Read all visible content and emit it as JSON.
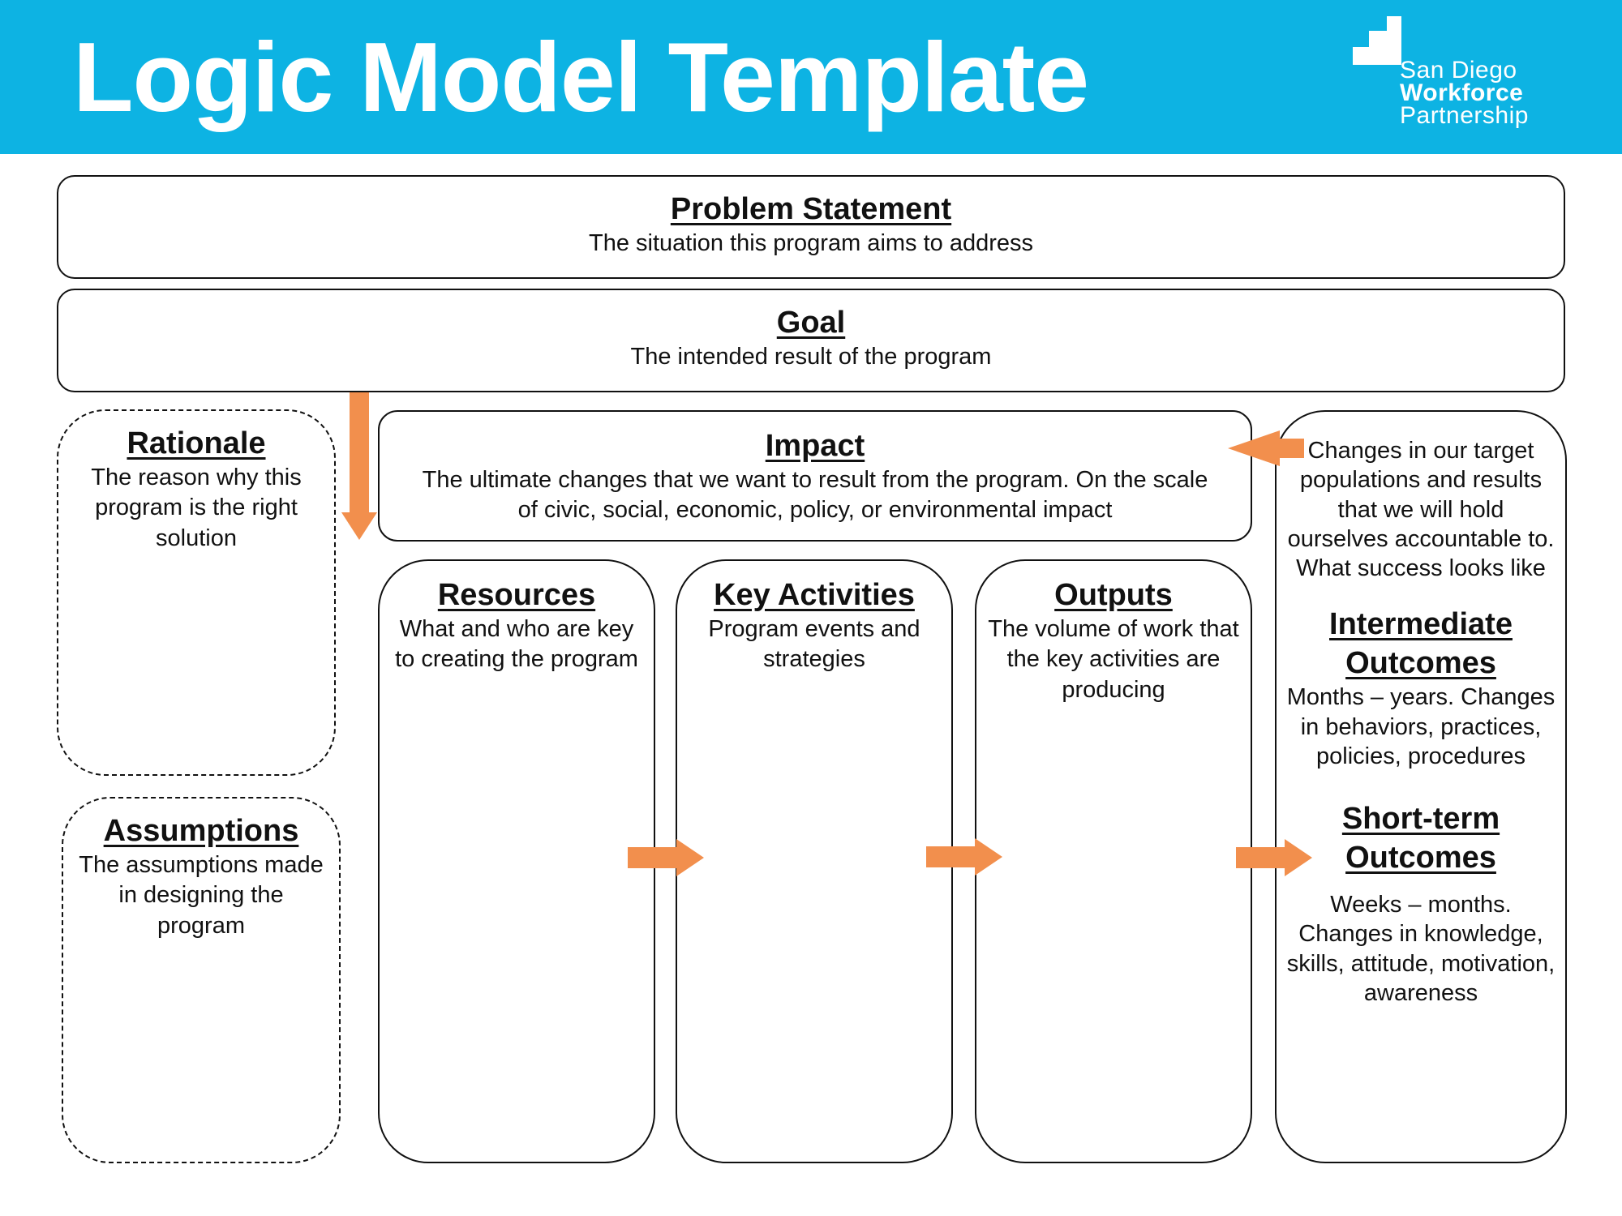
{
  "header": {
    "title": "Logic Model Template",
    "logo": {
      "line1": "San Diego",
      "line2": "Workforce",
      "line3": "Partnership"
    }
  },
  "colors": {
    "header_bg": "#0db3e3",
    "arrow": "#f28f4d",
    "border": "#111111"
  },
  "problem": {
    "title": "Problem Statement",
    "desc": "The situation this program aims to address"
  },
  "goal": {
    "title": "Goal",
    "desc": "The intended result of the program"
  },
  "rationale": {
    "title": "Rationale",
    "desc": "The reason why this program is the right solution"
  },
  "assumptions": {
    "title": "Assumptions",
    "desc": "The assumptions made in designing the program"
  },
  "impact": {
    "title": "Impact",
    "desc_line1": "The ultimate changes that we want to result from the program. On the scale",
    "desc_line2": "of civic, social, economic, policy, or environmental impact"
  },
  "resources": {
    "title": "Resources",
    "desc": "What and who are key to creating the program"
  },
  "activities": {
    "title": "Key Activities",
    "desc": "Program events and strategies"
  },
  "outputs": {
    "title": "Outputs",
    "desc": "The volume of work that the key activities are producing"
  },
  "outcomes": {
    "intro": "Changes in our target populations and results that we will hold ourselves accountable to.",
    "intro2": "What success looks like",
    "intermediate_title": "Intermediate Outcomes",
    "intermediate_desc": "Months – years. Changes in behaviors, practices, policies, procedures",
    "shortterm_title": "Short-term Outcomes",
    "shortterm_desc": "Weeks – months. Changes in knowledge, skills, attitude, motivation, awareness"
  }
}
